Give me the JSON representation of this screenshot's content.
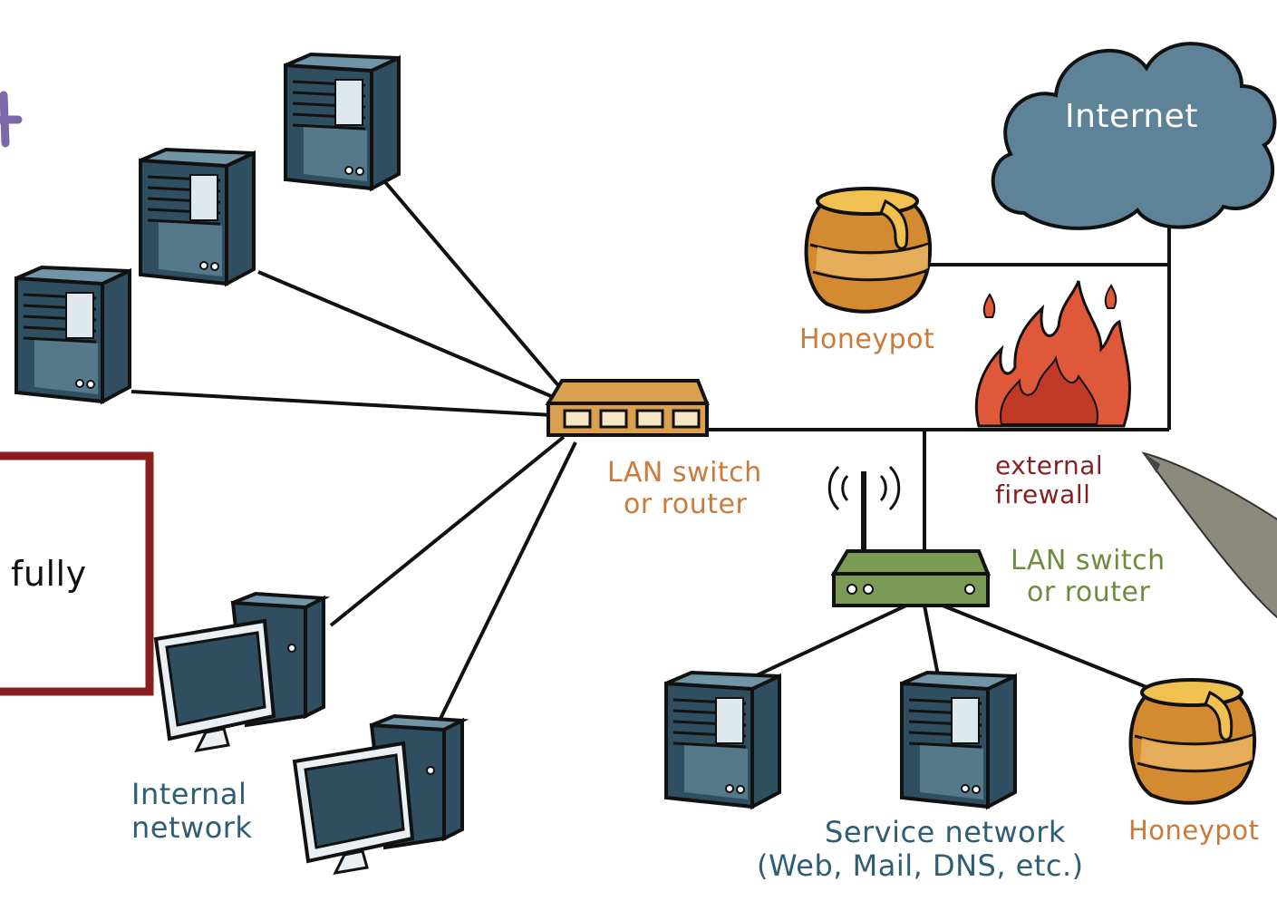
{
  "colors": {
    "server": "#2f4f60",
    "server_light": "#6f95a6",
    "outline": "#111111",
    "honey": "#d48a30",
    "honey_light": "#e8b565",
    "honey_drip": "#f0c050",
    "switch_orange": "#d9a050",
    "switch_green": "#7a9a55",
    "cloud": "#5e8399",
    "flame": "#e0583a",
    "flame_dark": "#c03a25",
    "frame_red": "#8a1d1d",
    "text_blue": "#2f5d73",
    "text_orange": "#cc7a3a",
    "text_green": "#6e8c3e",
    "text_red": "#8a1f1f",
    "text_dark": "#111111",
    "cross_purple": "#7a68a8"
  },
  "icons": [
    "server-icon",
    "desktop-computer-icon",
    "network-switch-icon",
    "wireless-router-icon",
    "honeypot-icon",
    "firewall-flame-icon",
    "internet-cloud-icon",
    "pen-icon"
  ],
  "labels": {
    "internet": "Internet",
    "honeypot_top": "Honeypot",
    "external_firewall": [
      "external",
      "firewall"
    ],
    "lan_switch_main": [
      "LAN switch",
      "or router"
    ],
    "lan_switch_service": [
      "LAN switch",
      "or router"
    ],
    "internal_network": [
      "Internal",
      "network"
    ],
    "service_network": [
      "Service network",
      "(Web, Mail, DNS, etc.)"
    ],
    "honeypot_bottom": "Honeypot",
    "fully": "fully"
  }
}
